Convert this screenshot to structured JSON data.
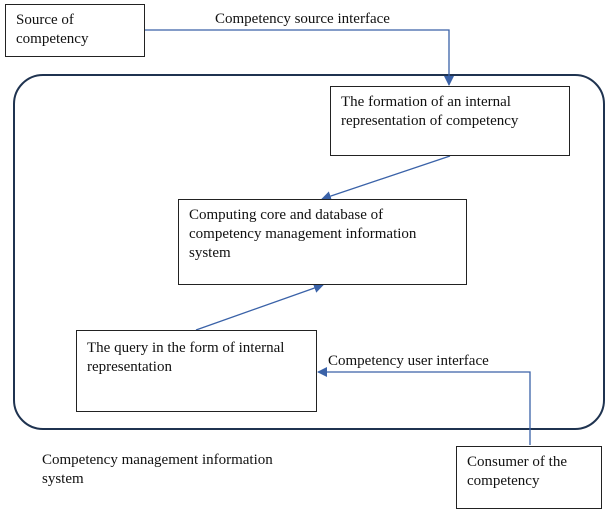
{
  "nodes": {
    "source": "Source of\ncompetency",
    "formation": "The formation of an internal\nrepresentation of competency",
    "core": "Computing core and database of\ncompetency management information\nsystem",
    "query": "The query in the form of internal\nrepresentation",
    "consumer": "Consumer of the\ncompetency"
  },
  "labels": {
    "source_interface": "Competency source interface",
    "user_interface": "Competency user interface",
    "system": "Competency management information\nsystem"
  },
  "colors": {
    "arrow": "#3a62a8",
    "container_border": "#1f3350"
  }
}
